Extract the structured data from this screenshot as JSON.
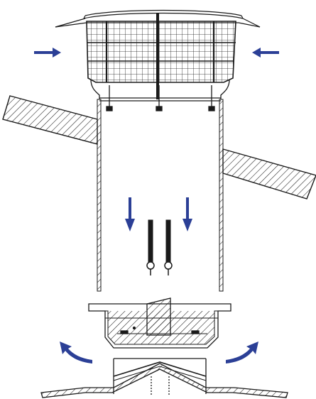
{
  "diagram": {
    "colors": {
      "line": "#1a1a1a",
      "arrow": "#2b3f96",
      "background": "#ffffff"
    },
    "components": [
      "roof-cap",
      "wire-mesh-guard",
      "tube-left-wall",
      "tube-right-wall",
      "roof-slab-left",
      "roof-slab-right",
      "sensor-rod-left",
      "sensor-rod-right",
      "diffuser-housing",
      "diffuser-cone",
      "ceiling-panel"
    ],
    "arrows": [
      {
        "id": "inflow-left",
        "direction": "right"
      },
      {
        "id": "inflow-right",
        "direction": "left"
      },
      {
        "id": "downflow-left",
        "direction": "down"
      },
      {
        "id": "downflow-right",
        "direction": "down"
      },
      {
        "id": "outflow-left",
        "direction": "up-left"
      },
      {
        "id": "outflow-right",
        "direction": "up-right"
      }
    ]
  }
}
